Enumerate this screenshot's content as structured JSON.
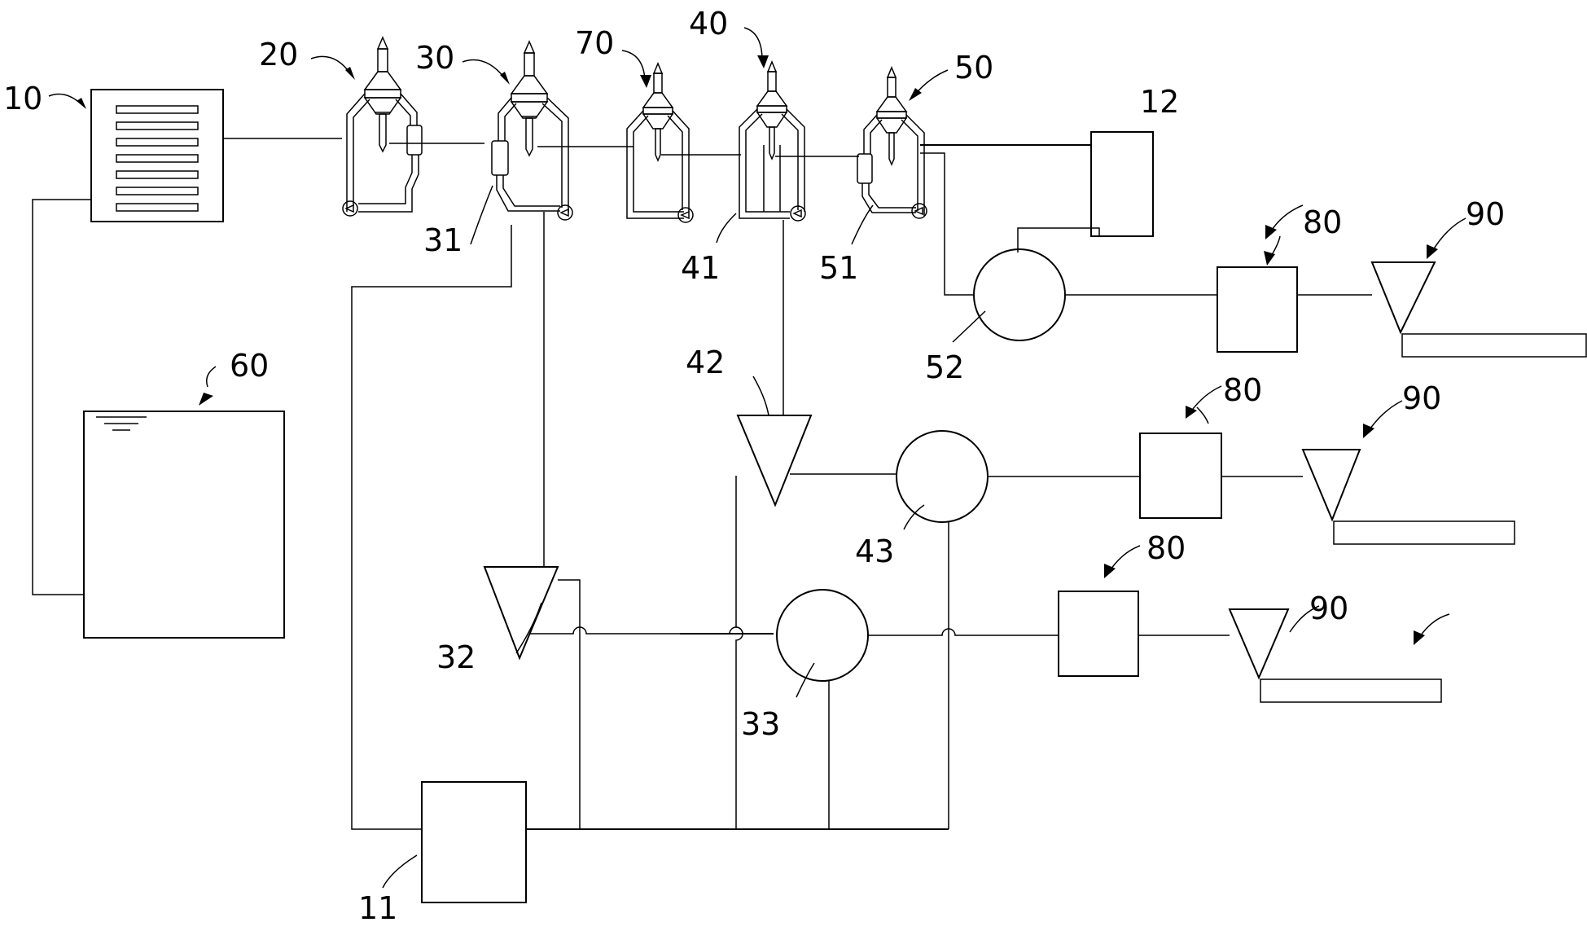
{
  "labels": {
    "l10": "10",
    "l11": "11",
    "l12": "12",
    "l20": "20",
    "l30": "30",
    "l31": "31",
    "l32": "32",
    "l33": "33",
    "l40": "40",
    "l41": "41",
    "l42": "42",
    "l43": "43",
    "l50": "50",
    "l51": "51",
    "l52": "52",
    "l60": "60",
    "l70": "70",
    "l80a": "80",
    "l80b": "80",
    "l80c": "80",
    "l90a": "90",
    "l90b": "90",
    "l90c": "90"
  }
}
